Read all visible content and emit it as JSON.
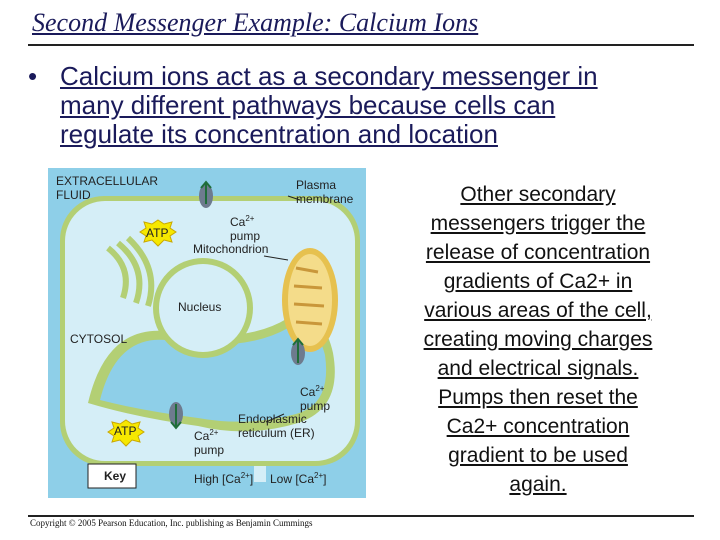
{
  "title": "Second Messenger Example: Calcium Ions",
  "bullet": {
    "marker": "•",
    "lines": [
      "Calcium ions act as a secondary messenger in",
      "many different pathways because cells can",
      "regulate its concentration and location"
    ]
  },
  "figure": {
    "labels": {
      "extracellular_1": "EXTRACELLULAR",
      "extracellular_2": "FLUID",
      "plasma_1": "Plasma",
      "plasma_2": "membrane",
      "atp_top": "ATP",
      "atp_bottom": "ATP",
      "ca_top": "Ca",
      "ca_top_charge": "2+",
      "ca_top_pump": "pump",
      "mitochondrion": "Mitochondrion",
      "nucleus": "Nucleus",
      "cytosol": "CYTOSOL",
      "ca_right": "Ca",
      "ca_right_charge": "2+",
      "ca_right_pump": "pump",
      "er_1": "Endoplasmic",
      "er_2": "reticulum (ER)",
      "ca_bottom": "Ca",
      "ca_bottom_charge": "2+",
      "ca_bottom_pump": "pump",
      "key": "Key",
      "high": "High [Ca",
      "high_charge": "2+",
      "high_end": "]",
      "low": "Low [Ca",
      "low_charge": "2+",
      "low_end": "]"
    },
    "colors": {
      "high_ca": "#8ecfe8",
      "low_ca": "#d5eef7",
      "membrane": "#b3cf74",
      "atp": "#f6e800",
      "pump": "#6e7b8e"
    }
  },
  "side_text": [
    "Other secondary",
    "messengers trigger the",
    "release of concentration",
    "gradients of Ca2+ in",
    "various areas of the cell,",
    "creating moving charges",
    "and electrical signals.",
    "Pumps then reset the",
    "Ca2+ concentration",
    "gradient to be used",
    "again."
  ],
  "copyright": "Copyright © 2005 Pearson Education, Inc. publishing as Benjamin Cummings"
}
